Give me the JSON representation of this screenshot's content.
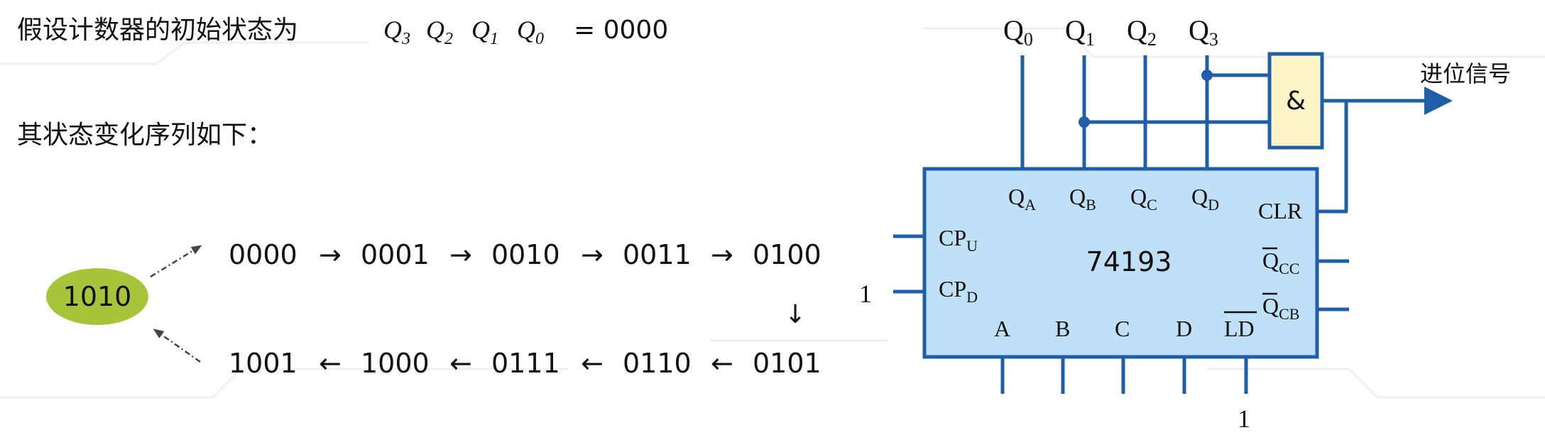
{
  "left": {
    "line1_prefix": "假设计数器的初始状态为",
    "q_symbol": "Q",
    "q_subscripts": [
      "3",
      "2",
      "1",
      "0"
    ],
    "line1_value": "= 0000",
    "line2": "其状态变化序列如下：",
    "state_ellipse": "1010",
    "row1": [
      "0000",
      "0001",
      "0010",
      "0011",
      "0100"
    ],
    "row2": [
      "1001",
      "1000",
      "0111",
      "0110",
      "0101"
    ],
    "arrow_right": "→",
    "arrow_left": "←",
    "arrow_down": "↓"
  },
  "circuit": {
    "chip_name": "74193",
    "top_outputs": [
      "Q0",
      "Q1",
      "Q2",
      "Q3"
    ],
    "top_output_base": "Q",
    "top_output_subs": [
      "0",
      "1",
      "2",
      "3"
    ],
    "pin_QA_base": "Q",
    "pin_QA_sub": "A",
    "pin_QB_base": "Q",
    "pin_QB_sub": "B",
    "pin_QC_base": "Q",
    "pin_QC_sub": "C",
    "pin_QD_base": "Q",
    "pin_QD_sub": "D",
    "pin_CLR": "CLR",
    "pin_CPU_base": "CP",
    "pin_CPU_sub": "U",
    "pin_CPD_base": "CP",
    "pin_CPD_sub": "D",
    "pin_QCC_base": "Q",
    "pin_QCC_sub": "CC",
    "pin_QCB_base": "Q",
    "pin_QCB_sub": "CB",
    "pin_A": "A",
    "pin_B": "B",
    "pin_C": "C",
    "pin_D": "D",
    "pin_LD": "LD",
    "and_gate": "&",
    "carry_label": "进位信号",
    "cpd_input": "1",
    "ld_input": "1"
  },
  "colors": {
    "wire": "#1f5fa8",
    "chip_fill": "#bfe0f7",
    "gate_fill": "#fdf5c7",
    "ellipse_fill": "#a8c43a",
    "text": "#111111"
  }
}
